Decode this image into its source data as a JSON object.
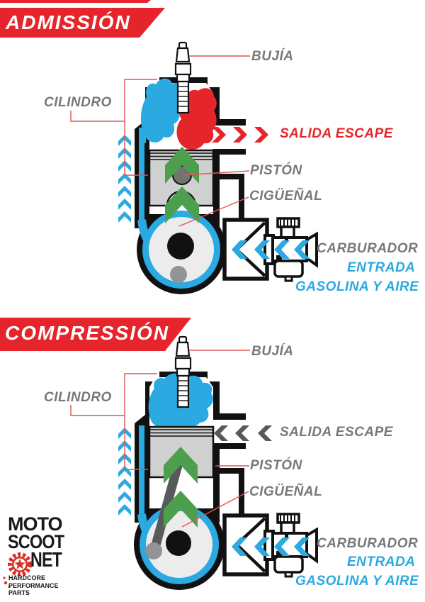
{
  "colors": {
    "red": "#e5252b",
    "blue": "#2ba9e1",
    "green": "#4d9f4e",
    "gray_text": "#77787b",
    "dark_gray": "#58595b",
    "piston_gray": "#cfd1d0",
    "case_gray": "#ececec",
    "black": "#111111",
    "leader_red": "#e05555",
    "logo_black": "#1a1a1a",
    "logo_red": "#d63029"
  },
  "sections": [
    {
      "id": "admission",
      "banner": "ADMISSIÓN",
      "exhaust_state": "open",
      "labels": {
        "bujia": "BUJÍA",
        "cilindro": "CILINDRO",
        "salida_escape": "SALIDA ESCAPE",
        "piston": "PISTÓN",
        "ciguenal": "CIGÜEÑAL",
        "carburador": "CARBURADOR",
        "entrada": "ENTRADA",
        "gasolina_y_aire": "GASOLINA Y AIRE"
      }
    },
    {
      "id": "compression",
      "banner": "COMPRESSIÓN",
      "exhaust_state": "closed",
      "labels": {
        "bujia": "BUJÍA",
        "cilindro": "CILINDRO",
        "salida_escape": "SALIDA ESCAPE",
        "piston": "PISTÓN",
        "ciguenal": "CIGÜEÑAL",
        "carburador": "CARBURADOR",
        "entrada": "ENTRADA",
        "gasolina_y_aire": "GASOLINA Y AIRE"
      }
    }
  ],
  "logo": {
    "line1": "MOTO",
    "line2": "SCOOT",
    "line3": "NET",
    "tagline1": "HARDCORE",
    "tagline2": "PERFORMANCE",
    "tagline3": "PARTS"
  }
}
